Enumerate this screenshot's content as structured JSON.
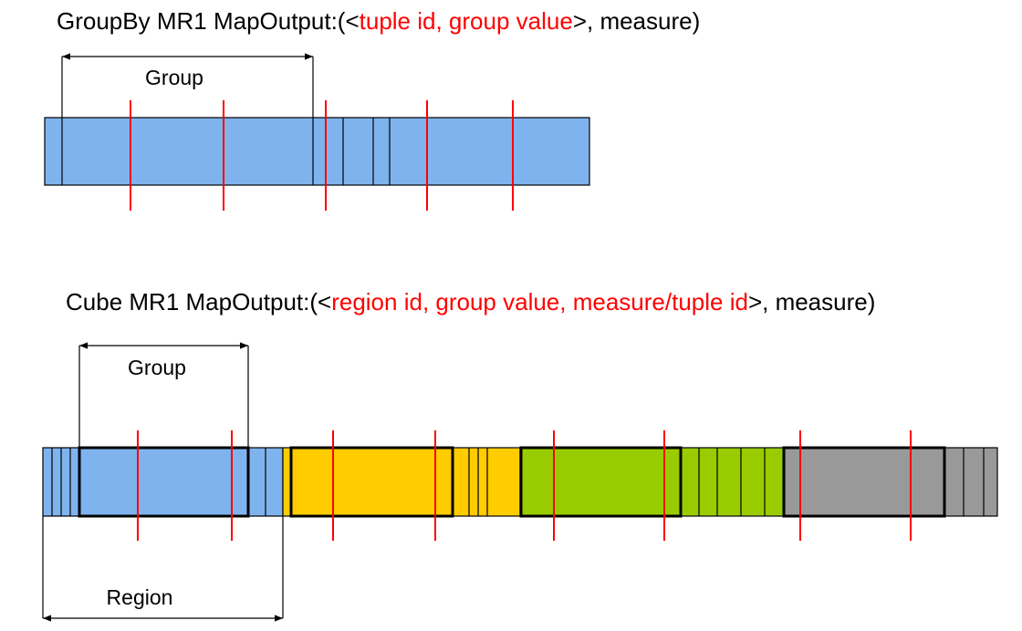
{
  "groupby": {
    "title_prefix": "GroupBy MR1 MapOutput:(<",
    "title_highlight": "tuple id, group value",
    "title_suffix": ">, measure)",
    "group_label": "Group"
  },
  "cube": {
    "title_prefix": "Cube MR1 MapOutput:(<",
    "title_highlight": "region id, group value, measure/tuple id",
    "title_suffix": ">, measure)",
    "group_label": "Group",
    "region_label": "Region"
  },
  "colors": {
    "blue": "#7fb3ee",
    "yellow": "#ffcc00",
    "green": "#99cc00",
    "gray": "#999999",
    "red": "#ff0000",
    "outline": "#000000"
  }
}
